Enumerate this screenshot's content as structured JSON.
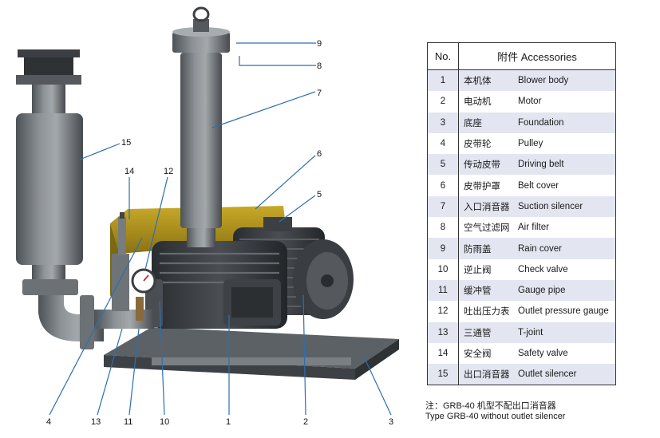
{
  "callouts": {
    "c1": "1",
    "c2": "2",
    "c3": "3",
    "c4": "4",
    "c5": "5",
    "c6": "6",
    "c7": "7",
    "c8": "8",
    "c9": "9",
    "c10": "10",
    "c11": "11",
    "c12": "12",
    "c13": "13",
    "c14": "14",
    "c15": "15"
  },
  "table": {
    "header_no": "No.",
    "header_acc": "附件 Accessories",
    "rows": [
      {
        "no": "1",
        "cn": "本机体",
        "en": "Blower body"
      },
      {
        "no": "2",
        "cn": "电动机",
        "en": "Motor"
      },
      {
        "no": "3",
        "cn": "底座",
        "en": "Foundation"
      },
      {
        "no": "4",
        "cn": "皮带轮",
        "en": "Pulley"
      },
      {
        "no": "5",
        "cn": "传动皮带",
        "en": "Driving belt"
      },
      {
        "no": "6",
        "cn": "皮带护罩",
        "en": "Belt cover"
      },
      {
        "no": "7",
        "cn": "入口消音器",
        "en": "Suction silencer"
      },
      {
        "no": "8",
        "cn": "空气过滤网",
        "en": "Air filter"
      },
      {
        "no": "9",
        "cn": "防雨盖",
        "en": "Rain cover"
      },
      {
        "no": "10",
        "cn": "逆止阀",
        "en": "Check valve"
      },
      {
        "no": "11",
        "cn": "缓冲管",
        "en": "Gauge pipe"
      },
      {
        "no": "12",
        "cn": "吐出压力表",
        "en": "Outlet pressure gauge"
      },
      {
        "no": "13",
        "cn": "三通管",
        "en": "T-joint"
      },
      {
        "no": "14",
        "cn": "安全阀",
        "en": "Safety valve"
      },
      {
        "no": "15",
        "cn": "出口消音器",
        "en": "Outlet silencer"
      }
    ]
  },
  "note": {
    "line1": "注：GRB-40 机型不配出口消音器",
    "line2": "Type GRB-40 without outlet silencer"
  },
  "colors": {
    "leader": "#2d6fb0",
    "row_shade": "#e3e6f1",
    "machine_gray": "#6b7075",
    "belt_cover_yellow": "#b89a1e"
  }
}
